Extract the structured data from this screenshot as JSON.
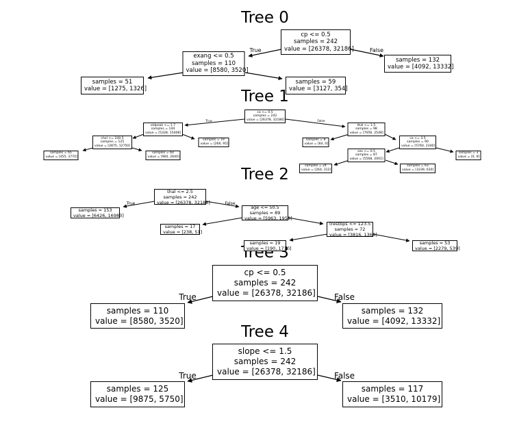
{
  "titles": [
    "Tree 0",
    "Tree 1",
    "Tree 2",
    "Tree 3",
    "Tree 4"
  ],
  "edge_labels": {
    "true": "True",
    "false": "False"
  },
  "tree0": {
    "root": [
      "cp <= 0.5",
      "samples = 242",
      "value = [26378, 32186]"
    ],
    "n1": [
      "exang <= 0.5",
      "samples = 110",
      "value = [8580, 3520]"
    ],
    "n2": [
      "samples = 132",
      "value = [4092, 13332]"
    ],
    "n3": [
      "samples = 51",
      "value = [1275, 1326]"
    ],
    "n4": [
      "samples = 59",
      "value = [3127, 354]"
    ]
  },
  "tree1": {
    "root": [
      "ca <= 0.5",
      "samples = 242",
      "value = [26378, 32186]"
    ],
    "n1": [
      "oldpeak <= 1.7",
      "samples = 144",
      "value = [5328, 15408]"
    ],
    "n2": [
      "thal <= 1.5",
      "samples = 98",
      "value = [7056, 2548]"
    ],
    "n3": [
      "chol <= 240.5",
      "samples = 125",
      "value = [2875, 12750]"
    ],
    "n4": [
      "samples = 19",
      "value = [266, 95]"
    ],
    "n5": [
      "samples = 65",
      "value = [455, 3770]"
    ],
    "n6": [
      "samples = 60",
      "value = [960, 2640]"
    ],
    "n7": [
      "samples = 8",
      "value = [64, 0]"
    ],
    "n8": [
      "ca <= 3.5",
      "samples = 90",
      "value = [5760, 2340]"
    ],
    "n9": [
      "sex <= 0.5",
      "samples = 87",
      "value = [5568, 2001]"
    ],
    "n10": [
      "samples = 3",
      "value = [0, 9]"
    ],
    "n11": [
      "samples = 24",
      "value = [264, 312]"
    ],
    "n12": [
      "samples = 63",
      "value = [3339, 630]"
    ]
  },
  "tree2": {
    "root": [
      "thal <= 2.5",
      "samples = 242",
      "value = [26378, 32186]"
    ],
    "n1": [
      "samples = 153",
      "value = [6426, 16983]"
    ],
    "n2": [
      "age <= 50.5",
      "samples = 89",
      "value = [5963, 1958]"
    ],
    "n3": [
      "samples = 17",
      "value = [238, 51]"
    ],
    "n4": [
      "trestbps <= 123.5",
      "samples = 72",
      "value = [3816, 1368]"
    ],
    "n5": [
      "samples = 19",
      "value = [190, 1710]"
    ],
    "n6": [
      "samples = 53",
      "value = [2279, 539]"
    ]
  },
  "tree3": {
    "root": [
      "cp <= 0.5",
      "samples = 242",
      "value = [26378, 32186]"
    ],
    "n1": [
      "samples = 110",
      "value = [8580, 3520]"
    ],
    "n2": [
      "samples = 132",
      "value = [4092, 13332]"
    ]
  },
  "tree4": {
    "root": [
      "slope <= 1.5",
      "samples = 242",
      "value = [26378, 32186]"
    ],
    "n1": [
      "samples = 125",
      "value = [9875, 5750]"
    ],
    "n2": [
      "samples = 117",
      "value = [3510, 10179]"
    ]
  }
}
